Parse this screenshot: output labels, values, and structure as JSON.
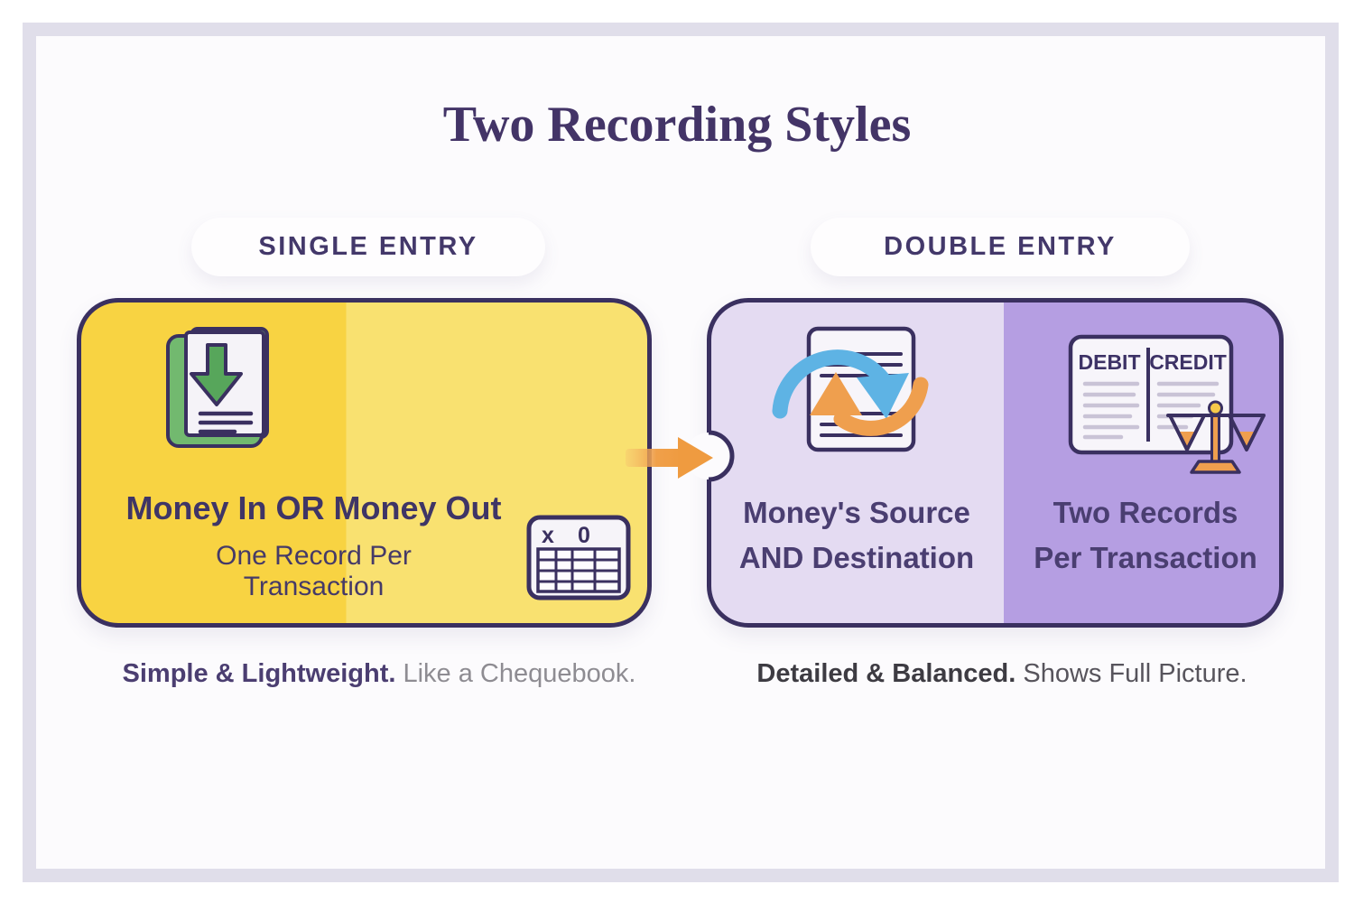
{
  "title": "Two Recording Styles",
  "single_entry": {
    "pill_label": "SINGLE ENTRY",
    "heading": "Money In OR Money Out",
    "subtext_line1": "One Record Per",
    "subtext_line2": "Transaction",
    "caption_strong": "Simple & Lightweight.",
    "caption_light": " Like a Chequebook.",
    "spreadsheet_icon": {
      "cell_x": "x",
      "cell_o": "0"
    }
  },
  "double_entry": {
    "pill_label": "DOUBLE ENTRY",
    "source_label_line1": "Money's Source",
    "source_label_line2": "AND Destination",
    "records_label_line1": "Two Records",
    "records_label_line2": "Per Transaction",
    "caption_strong": "Detailed & Balanced.",
    "caption_light": " Shows Full Picture.",
    "ledger": {
      "debit_header": "DEBIT",
      "credit_header": "CREDIT"
    }
  },
  "icons": [
    "book-download-icon",
    "spreadsheet-icon",
    "cycle-arrows-document-icon",
    "debit-credit-ledger-icon",
    "balance-scale-icon",
    "flow-arrow-icon"
  ],
  "colors": {
    "title_text": "#433467",
    "outline_purple": "#3a3060",
    "yellow_card_left": "#f8d342",
    "yellow_card_right": "#f9e170",
    "purple_card_left": "#e4dbf2",
    "purple_card_right": "#b59ee2",
    "arrow_orange": "#ef9b40",
    "cycle_blue": "#5eb3e4",
    "book_green": "#72b96f",
    "scale_gold": "#f6c94a",
    "ledger_line_gray": "#c9c3d6",
    "caption_gray": "#8e8c92",
    "frame_band": "#e0deea",
    "page_background": "#fcfbfd"
  }
}
